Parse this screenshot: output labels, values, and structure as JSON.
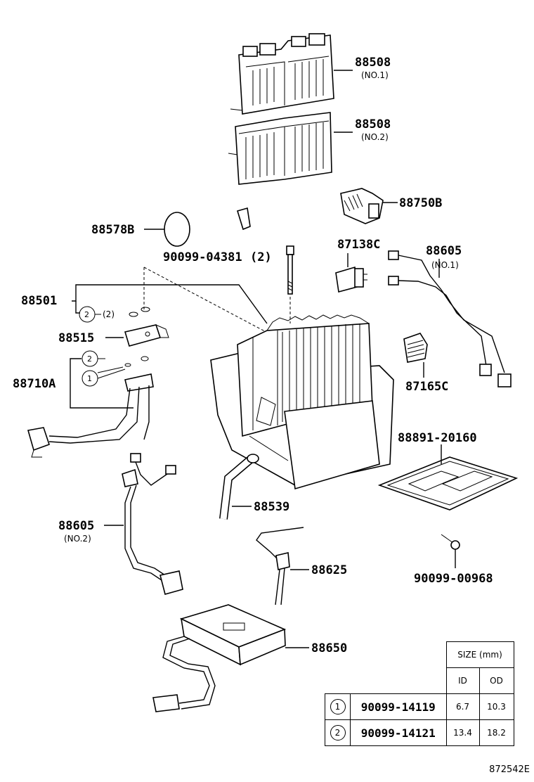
{
  "callouts": {
    "filter_no1": {
      "code": "88508",
      "note": "(NO.1)"
    },
    "filter_no2": {
      "code": "88508",
      "note": "(NO.2)"
    },
    "resistor": {
      "code": "88750B"
    },
    "seal": {
      "code": "88578B"
    },
    "bolt": {
      "code": "90099-04381",
      "qty": "(2)"
    },
    "relay": {
      "code": "87138C"
    },
    "harness_no1": {
      "code": "88605",
      "note": "(NO.1)"
    },
    "evaporator": {
      "code": "88501",
      "ring_qty": "(2)"
    },
    "valve": {
      "code": "88515"
    },
    "tube": {
      "code": "88710A"
    },
    "sensor": {
      "code": "87165C"
    },
    "cover": {
      "code": "88891-20160"
    },
    "hose": {
      "code": "88539"
    },
    "harness_no2": {
      "code": "88605",
      "note": "(NO.2)"
    },
    "thermistor": {
      "code": "88625"
    },
    "screw": {
      "code": "90099-00968"
    },
    "amplifier": {
      "code": "88650"
    }
  },
  "markers": {
    "one": "1",
    "two": "2"
  },
  "size_table": {
    "size_header": "SIZE (mm)",
    "col_id": "ID",
    "col_od": "OD",
    "rows": [
      {
        "mark": "1",
        "part": "90099-14119",
        "id": "6.7",
        "od": "10.3"
      },
      {
        "mark": "2",
        "part": "90099-14121",
        "id": "13.4",
        "od": "18.2"
      }
    ]
  },
  "diagram_code": "872542E"
}
